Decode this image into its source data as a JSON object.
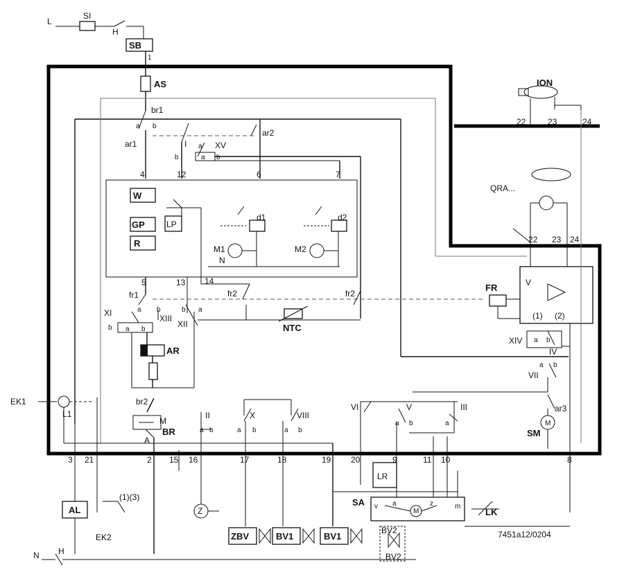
{
  "labels": {
    "L": "L",
    "SI": "SI",
    "H_top": "H",
    "SB": "SB",
    "AS": "AS",
    "br1": "br1",
    "a1": "a",
    "b1": "b",
    "ar1": "ar1",
    "ar2": "ar2",
    "I": "I",
    "XV": "XV",
    "a_xv": "a",
    "b_xv": "b",
    "a_xv2": "a",
    "b_xv2": "b",
    "ION": "ION",
    "t22a": "22",
    "t23a": "23",
    "t24a": "24",
    "n4": "4",
    "n12": "12",
    "n6": "6",
    "n7": "7",
    "n1": "1",
    "W": "W",
    "GP": "GP",
    "R": "R",
    "LP": "LP",
    "d1": "d1",
    "d2": "d2",
    "M1": "M1",
    "N": "N",
    "M2": "M2",
    "QRA": "QRA...",
    "t22b": "22",
    "t23b": "23",
    "t24b": "24",
    "n5": "5",
    "n13": "13",
    "n14": "14",
    "fr1": "fr1",
    "fr2a": "fr2",
    "fr2b": "fr2",
    "FR": "FR",
    "V_amp": "V",
    "c1": "(1)",
    "c2": "(2)",
    "XI": "XI",
    "XIII": "XIII",
    "XII": "XII",
    "a_xi": "a",
    "b_xi": "b",
    "a_x2": "a",
    "b_x2": "b",
    "b_xiii": "b",
    "a_xii": "a",
    "b_xii": "b",
    "NTC": "NTC",
    "AR": "AR",
    "XIV": "XIV",
    "a_xiv": "a",
    "b_xiv": "b",
    "IV": "IV",
    "VII": "VII",
    "a_vii": "a",
    "b_vii": "b",
    "ar3": "ar3",
    "SM": "SM",
    "EK1": "EK1",
    "L1": "L1",
    "br2": "br2",
    "M_br": "M",
    "A_br": "A",
    "BR": "BR",
    "II": "II",
    "X": "X",
    "VIII": "VIII",
    "VI": "VI",
    "V_sw": "V",
    "III": "III",
    "a_ii": "a",
    "b_ii": "b",
    "a_x": "a",
    "b_x": "b",
    "a_viii": "a",
    "b_viii": "b",
    "a_v": "a",
    "b_v": "b",
    "a_iii": "a",
    "t3": "3",
    "t21": "21",
    "t2": "2",
    "t15": "15",
    "t16": "16",
    "t17": "17",
    "t18": "18",
    "t19": "19",
    "t20": "20",
    "t9": "9",
    "t11": "11",
    "t10": "10",
    "t8": "8",
    "AL": "AL",
    "EK2": "EK2",
    "EK2note": "(1)(3)",
    "LR": "LR",
    "SA": "SA",
    "sa_v": "v",
    "sa_a": "a",
    "sa_z": "z",
    "sa_m": "m",
    "M_sa": "M",
    "LK": "LK",
    "ZBV": "ZBV",
    "BV1a": "BV1",
    "BV1b": "BV1",
    "BV2a": "BV2",
    "BV2b": "BV2",
    "N_bot": "N",
    "H_bot": "H",
    "ref": "7451a12/0204",
    "Z": "Z",
    "M_sm": "M"
  }
}
